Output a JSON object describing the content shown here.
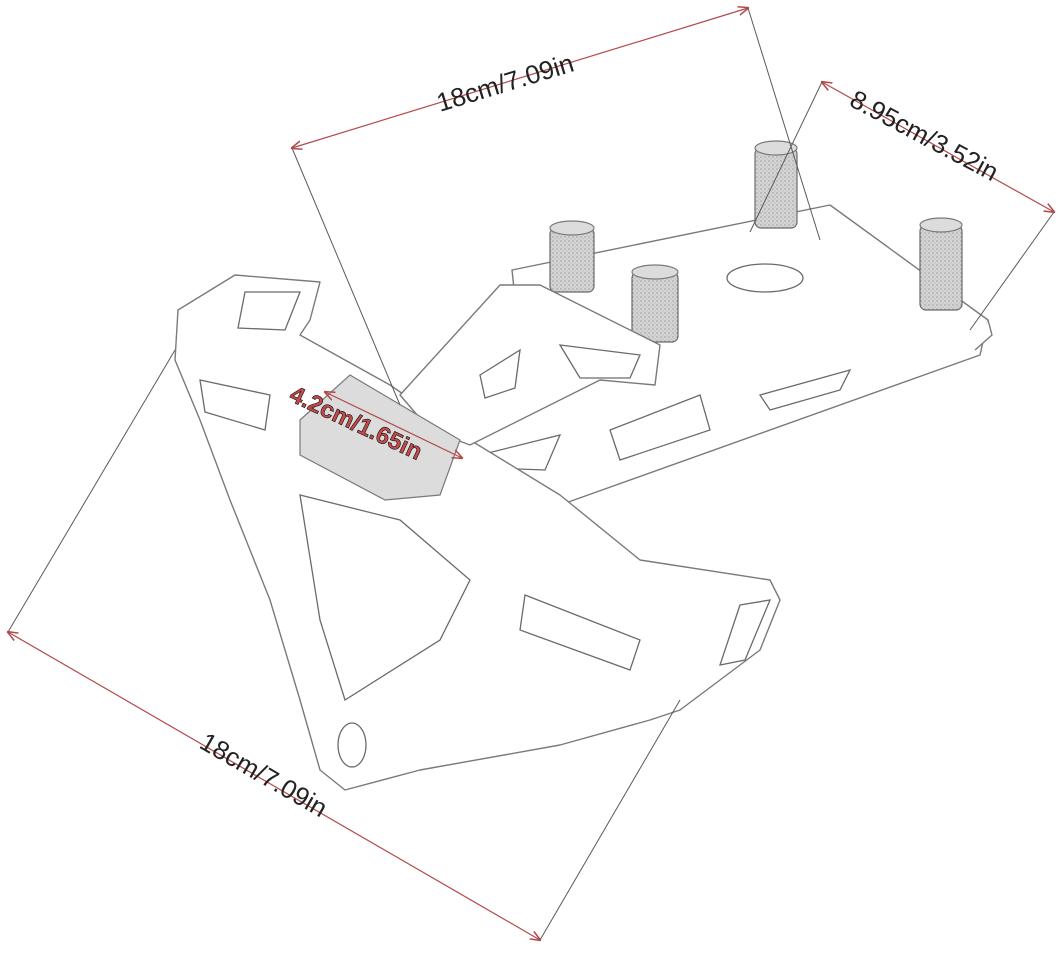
{
  "dimensions": {
    "top_length": "18cm/7.09in",
    "right_width": "8.95cm/3.52in",
    "slot_width": "4.2cm/1.65in",
    "bottom_length": "18cm/7.09in"
  },
  "colors": {
    "dimension_line": "#b24a4a",
    "outline": "#7a7a7a",
    "background": "#ffffff"
  }
}
